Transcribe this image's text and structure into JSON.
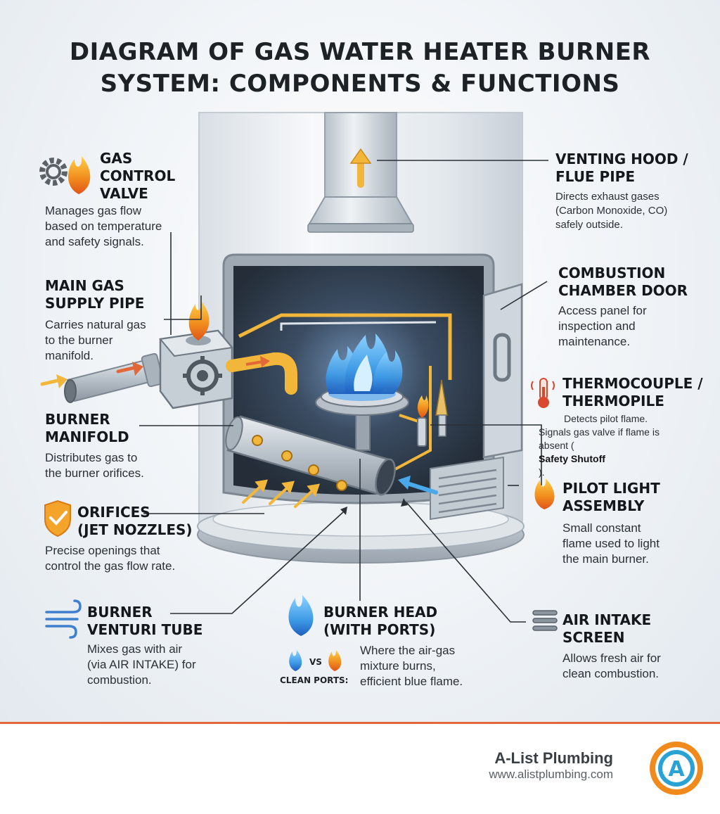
{
  "title": {
    "line1": "DIAGRAM OF GAS WATER HEATER BURNER",
    "line2": "SYSTEM: COMPONENTS & FUNCTIONS"
  },
  "components": {
    "gas_control_valve": {
      "name": [
        "GAS",
        "CONTROL",
        "VALVE"
      ],
      "desc": [
        "Manages gas flow",
        "based on temperature",
        "and safety signals."
      ]
    },
    "main_gas_supply_pipe": {
      "name": [
        "MAIN GAS",
        "SUPPLY PIPE"
      ],
      "desc": [
        "Carries natural gas",
        "to the burner",
        "manifold."
      ]
    },
    "burner_manifold": {
      "name": [
        "BURNER",
        "MANIFOLD"
      ],
      "desc": [
        "Distributes gas to",
        "the burner orifices."
      ]
    },
    "orifices": {
      "name": [
        "ORIFICES",
        "(JET NOZZLES)"
      ],
      "desc": [
        "Precise openings that",
        "control the gas flow rate."
      ]
    },
    "burner_venturi_tube": {
      "name": [
        "BURNER",
        "VENTURI TUBE"
      ],
      "desc": [
        "Mixes gas with air",
        "(via AIR INTAKE) for",
        "combustion."
      ]
    },
    "burner_head": {
      "name": [
        "BURNER HEAD",
        "(WITH PORTS)"
      ],
      "desc": [
        "Where the air-gas",
        "mixture burns,",
        "efficient blue flame."
      ],
      "vs": "VS",
      "ports_label": "CLEAN PORTS:"
    },
    "venting_hood": {
      "name": [
        "VENTING HOOD /",
        "FLUE PIPE"
      ],
      "desc": [
        "Directs exhaust gases",
        "(Carbon Monoxide, CO)",
        "safely outside."
      ]
    },
    "combustion_chamber_door": {
      "name": [
        "COMBUSTION",
        "CHAMBER DOOR"
      ],
      "desc": [
        "Access panel for",
        "inspection and",
        "maintenance."
      ]
    },
    "thermocouple": {
      "name": [
        "THERMOCOUPLE /",
        "THERMOPILE"
      ],
      "desc_line1": "Detects pilot flame.",
      "desc_line2": "Signals gas valve if flame is",
      "desc_line3_pre": "absent (",
      "desc_line3_bold": "Safety Shutoff",
      "desc_line3_post": ")."
    },
    "pilot_light_assembly": {
      "name": [
        "PILOT LIGHT",
        "ASSEMBLY"
      ],
      "desc": [
        "Small constant",
        "flame used to light",
        "the main burner."
      ]
    },
    "air_intake_screen": {
      "name": [
        "AIR INTAKE",
        "SCREEN"
      ],
      "desc": [
        "Allows fresh air for",
        "clean combustion."
      ]
    }
  },
  "brand": {
    "name": "A-List Plumbing",
    "url": "www.alistplumbing.com",
    "logo_letter": "A"
  },
  "colors": {
    "accent_orange": "#e2683a",
    "flame_blue": "#3f9be6",
    "flame_orange": "#f08a1c",
    "gas_line_yellow": "#f2b63a",
    "pipe_steel": "#b7c0c8",
    "logo_teal": "#2aa3d4"
  }
}
